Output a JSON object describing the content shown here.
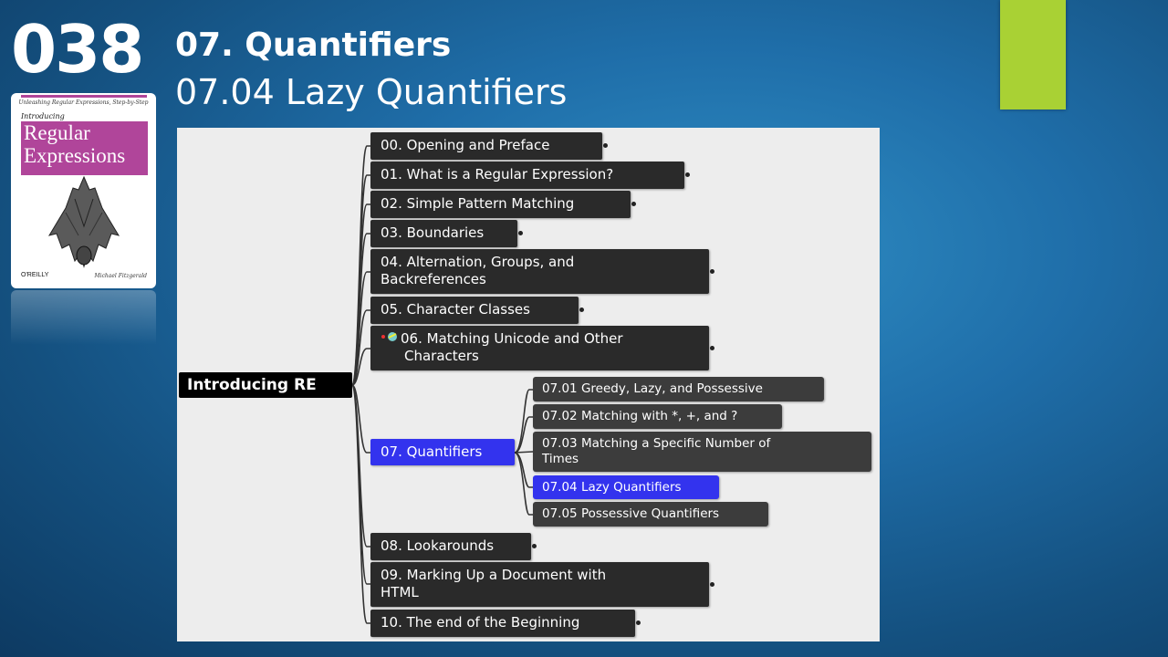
{
  "slide": {
    "number": "038",
    "title": "07. Quantifiers",
    "subtitle": "07.04 Lazy Quantifiers"
  },
  "book": {
    "tagline": "Unleashing Regular Expressions, Step-by-Step",
    "intro": "Introducing",
    "title_line1": "Regular",
    "title_line2": "Expressions",
    "publisher": "O'REILLY",
    "author": "Michael Fitzgerald"
  },
  "mindmap": {
    "root": "Introducing RE",
    "chapters": [
      {
        "label": "00. Opening and Preface"
      },
      {
        "label": "01. What is a Regular Expression?"
      },
      {
        "label": "02. Simple Pattern Matching"
      },
      {
        "label": "03. Boundaries"
      },
      {
        "label_line1": "04. Alternation, Groups, and",
        "label_line2": "Backreferences"
      },
      {
        "label": "05. Character Classes"
      },
      {
        "label_line1": "06. Matching Unicode and Other",
        "label_line2": "Characters"
      },
      {
        "label": "07. Quantifiers"
      },
      {
        "label": "08. Lookarounds"
      },
      {
        "label_line1": "09. Marking Up a Document with",
        "label_line2": "HTML"
      },
      {
        "label": "10. The end of the Beginning"
      }
    ],
    "subtopics": [
      {
        "label": "07.01 Greedy, Lazy, and Possessive"
      },
      {
        "label": "07.02 Matching with *, +, and ?"
      },
      {
        "label_line1": "07.03 Matching a Specific Number of",
        "label_line2": "Times"
      },
      {
        "label": "07.04 Lazy Quantifiers"
      },
      {
        "label": "07.05 Possessive Quantifiers"
      }
    ],
    "selected_color": "#3333ee",
    "node_color": "#2a2a2a"
  },
  "accent_color": "#a9d134"
}
